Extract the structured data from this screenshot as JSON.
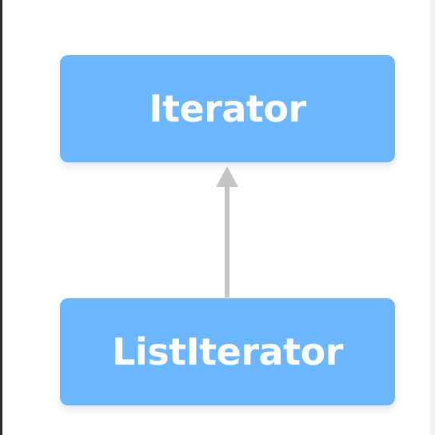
{
  "diagram": {
    "parent": {
      "label": "Iterator"
    },
    "child": {
      "label": "ListIterator"
    },
    "relationship": {
      "from": "ListIterator",
      "to": "Iterator",
      "kind": "extends-arrow"
    },
    "colors": {
      "node_fill": "#6cb5ff",
      "node_text": "#ffffff",
      "arrow": "#c4c4c4"
    }
  }
}
